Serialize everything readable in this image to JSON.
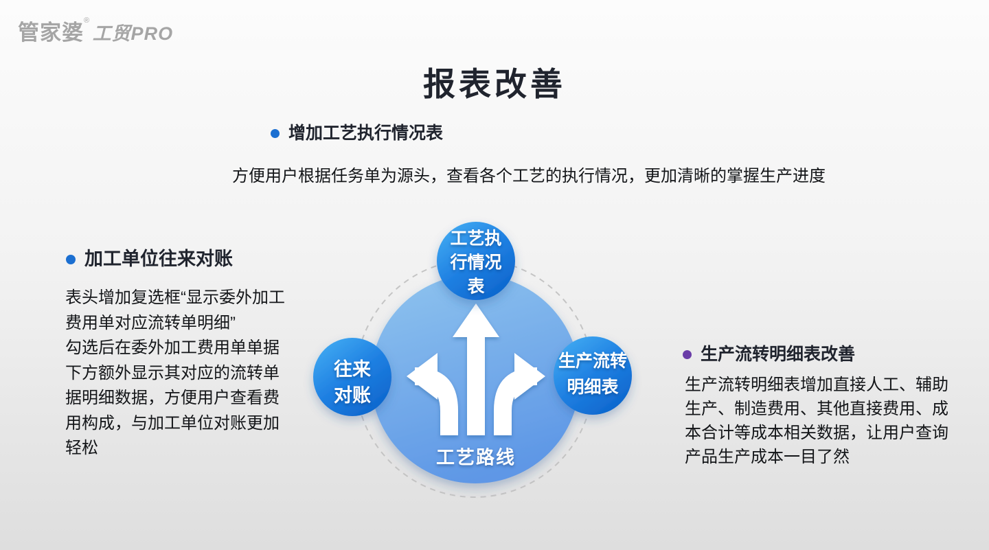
{
  "logo": {
    "brand": "管家婆",
    "registered_mark": "®",
    "product": "工贸PRO"
  },
  "title": "报表改善",
  "sections": {
    "top": {
      "bullet_heading": "增加工艺执行情况表",
      "description": "方便用户根据任务单为源头，查看各个工艺的执行情况，更加清晰的掌握生产进度"
    },
    "left": {
      "bullet_heading": "加工单位往来对账",
      "paragraph_part1": "表头增加复选框“显示委外加工费用单对应流转单明细”",
      "paragraph_part2": "勾选后在委外加工费用单单据下方额外显示其对应的流转单据明细数据，方便用户查看费用构成，与加工单位对账更加轻松"
    },
    "right": {
      "bullet_heading": "生产流转明细表改善",
      "paragraph": "生产流转明细表增加直接人工、辅助生产、制造费用、其他直接费用、成本合计等成本相关数据，让用户查询产品生产成本一目了然"
    }
  },
  "diagram": {
    "center_bottom_label": "工艺路线",
    "icon": "three-way-fork-arrows-icon",
    "nodes": {
      "top": {
        "line1": "工艺执",
        "line2": "行情况",
        "line3": "表"
      },
      "left": {
        "line1": "往来",
        "line2": "对账"
      },
      "right": {
        "line1": "生产流转",
        "line2": "明细表"
      }
    }
  },
  "colors": {
    "bullet-blue": "#1b6fd1",
    "bullet-purple": "#6a3da8",
    "title-text": "#20242e",
    "body-text": "#131518",
    "logo-gray": "#a5a5a5",
    "node-blue-light": "#47b2f5",
    "node-blue-mid": "#1f80e2",
    "node-blue-dark": "#0d66cd",
    "big-circle-light": "#8dc2ee",
    "big-circle-dark": "#5e97e6",
    "dashed-ring": "#c4c4c4"
  }
}
